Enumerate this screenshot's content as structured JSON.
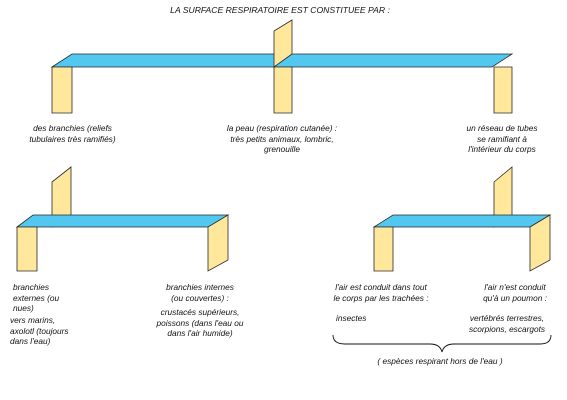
{
  "title": "LA SURFACE RESPIRATOIRE EST CONSTITUEE PAR :",
  "branches": {
    "branchies": "des branchies (reliefs\ntubulaires très ramifiés)",
    "peau": "la peau (respiration cutanée) :\ntrès petits animaux, lombric,\ngrenouille",
    "tubes": "un réseau de tubes\nse ramifiant à\nl'intérieur du corps"
  },
  "sub_branches": {
    "externes": "branchies\nexternes (ou\nnues)",
    "externes_examples": "vers marins,\naxolotl (toujours\ndans l'eau)",
    "internes": "branchies internes\n(ou couvertes) :",
    "internes_examples": "crustacés supérieurs,\npoissons (dans l'eau ou\ndans l'air humide)",
    "trachees": "l'air est conduit dans tout\nle corps par les trachées :",
    "trachees_examples": "insectes",
    "poumon": "l'air n'est conduit\nqu'à un poumon :",
    "poumon_examples": "vertébrés terrestres,\nscorpions, escargots"
  },
  "brace_caption": "( espèces respirant hors de l'eau )",
  "colors": {
    "bar_top": "#52c8f0",
    "panel": "#ffe79c",
    "stroke": "#2a2a2a"
  }
}
